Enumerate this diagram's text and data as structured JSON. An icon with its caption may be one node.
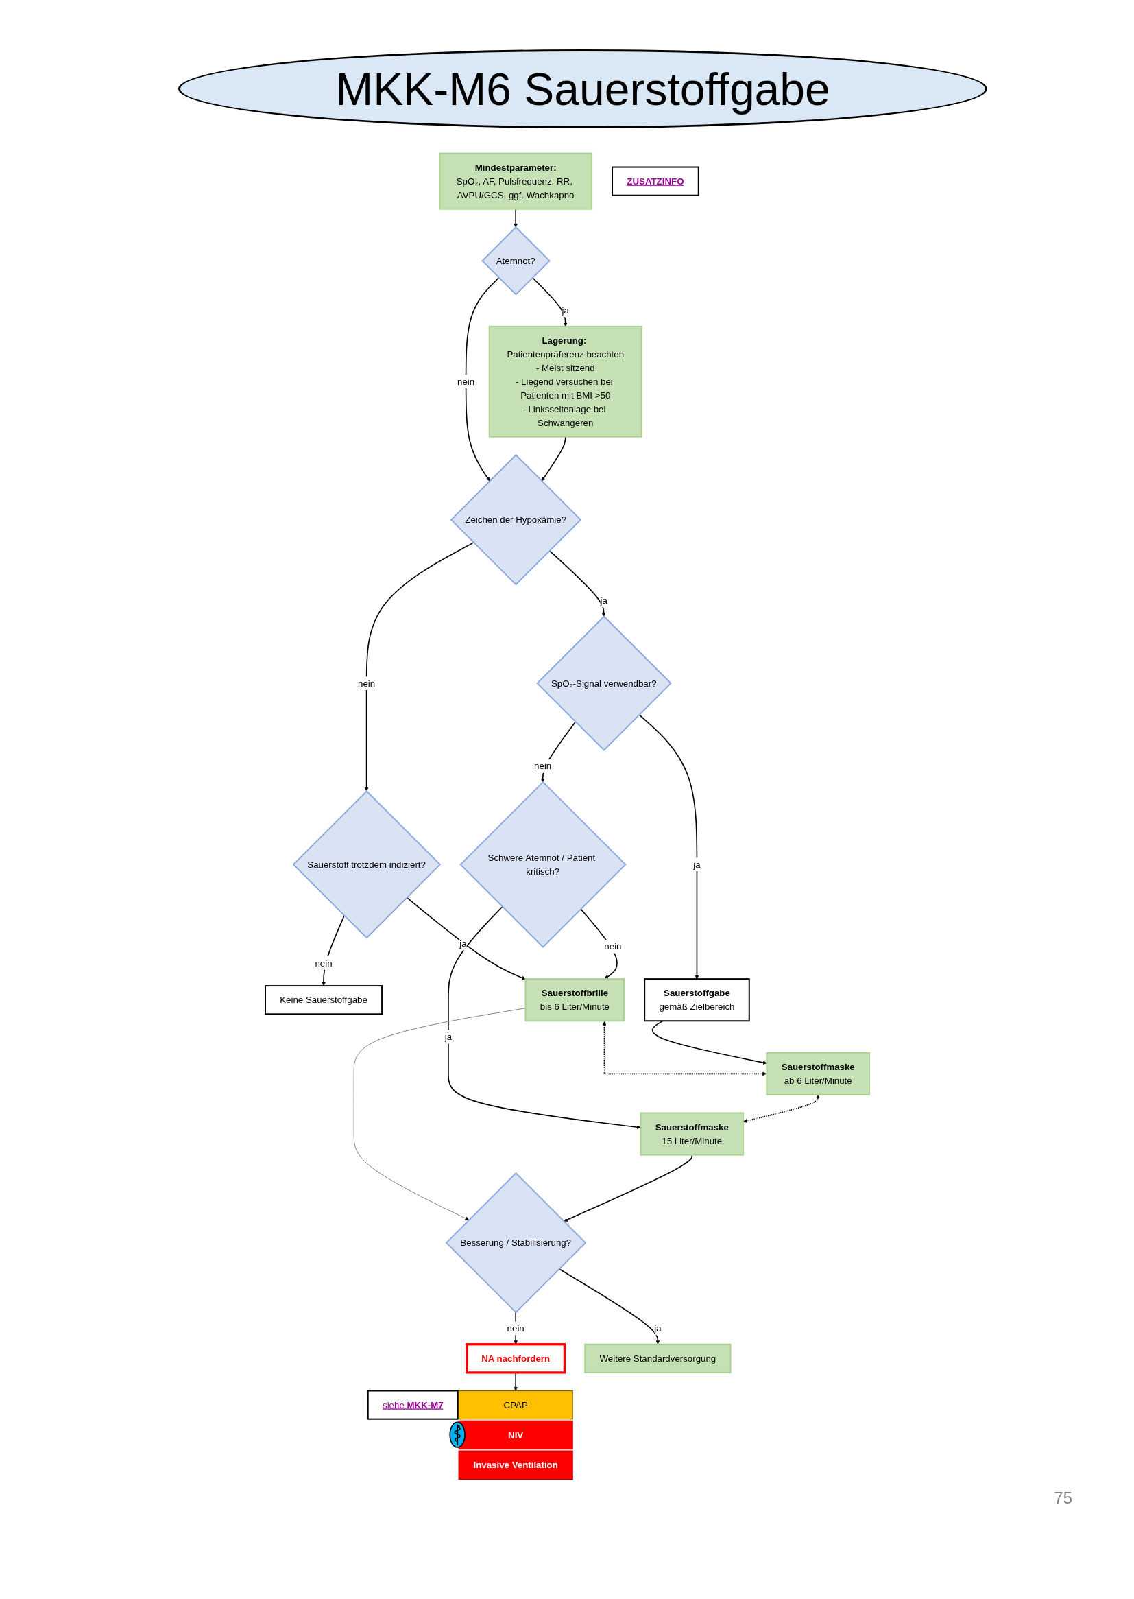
{
  "diagram": {
    "title": "MKK-M6 Sauerstoffgabe",
    "nodes": [
      {
        "text": [
          "Mindestparameter:",
          "SpO₂, AF, Pulsfrequenz, RR, AVPU/GCS, ggf. Wachkapno"
        ]
      },
      {
        "text": [
          "ZUSATZINFO"
        ]
      },
      {
        "text": [
          "Atemnot?"
        ]
      },
      {
        "text": [
          "**Lagerung:** Patientenpräferenz beachten",
          "- Meist sitzend",
          "- Liegend versuchen bei Patienten mit BMI >50",
          "- Linksseitenlage bei Schwangeren"
        ]
      },
      {
        "text": [
          "Zeichen der Hypoxämie?"
        ]
      },
      {
        "text": [
          "Sauerstoff trotzdem indiziert?"
        ]
      },
      {
        "text": [
          "SpO₂-Signal verwendbar?"
        ]
      },
      {
        "text": [
          "Keine Sauerstoffgabe"
        ]
      },
      {
        "text": [
          "Sauerstoffgabe",
          "gemäß Zielbereich"
        ]
      },
      {
        "text": [
          "Schwere Atemnot / Patient kritisch?"
        ]
      },
      {
        "text": [
          "Sauerstoffbrille",
          "bis 6 Liter/Minute"
        ]
      },
      {
        "text": [
          "Sauerstoffmaske",
          "ab 6 Liter/Minute"
        ]
      },
      {
        "text": [
          "Sauerstoffmaske",
          "15 Liter/Minute"
        ]
      },
      {
        "text": [
          "Besserung / Stabilisierung?"
        ]
      },
      {
        "text": [
          "NA nachfordern"
        ]
      },
      {
        "text": [
          "Weitere Standardversorgung"
        ]
      },
      {
        "text": [
          "siehe **MKK-M7**"
        ]
      },
      {
        "text": [
          "CPAP"
        ]
      },
      {
        "text": [
          "NIV"
        ]
      },
      {
        "text": [
          "Invasive Ventilation"
        ]
      }
    ],
    "edges": [
      {
        "from": 0,
        "to": 2,
        "arrow": "to"
      },
      {
        "from": 2,
        "to": 3,
        "arrow": "to",
        "label": "ja"
      },
      {
        "from": 2,
        "to": 4,
        "arrow": "to",
        "label": "nein"
      },
      {
        "from": 3,
        "to": 4,
        "arrow": "to"
      },
      {
        "from": 4,
        "to": 5,
        "arrow": "to",
        "label": "nein"
      },
      {
        "from": 4,
        "to": 6,
        "arrow": "to",
        "label": "ja"
      },
      {
        "from": 5,
        "to": 10,
        "arrow": "to",
        "label": "ja"
      },
      {
        "from": 5,
        "to": 7,
        "arrow": "to",
        "label": "nein"
      },
      {
        "from": 6,
        "to": 8,
        "arrow": "to",
        "label": "ja"
      },
      {
        "from": 6,
        "to": 9,
        "arrow": "to",
        "label": "nein"
      },
      {
        "from": 8,
        "to": 11,
        "arrow": "to"
      },
      {
        "from": 9,
        "to": 10,
        "arrow": "to",
        "label": "nein"
      },
      {
        "from": 9,
        "to": 12,
        "arrow": "to",
        "label": "ja"
      },
      {
        "from": 10,
        "to": 11,
        "arrow": "both",
        "style": "dashed"
      },
      {
        "from": 11,
        "to": 12,
        "arrow": "both",
        "style": "dashed"
      },
      {
        "from": 10,
        "to": 13,
        "arrow": "to",
        "color": "#7f7f7f"
      },
      {
        "from": 12,
        "to": 13,
        "arrow": "to"
      },
      {
        "from": 13,
        "to": 15,
        "arrow": "to",
        "label": "ja"
      },
      {
        "from": 13,
        "to": 14,
        "arrow": "to",
        "label": "nein"
      },
      {
        "from": 14,
        "to": 17,
        "arrow": "to"
      }
    ],
    "labels": [
      "75"
    ]
  }
}
